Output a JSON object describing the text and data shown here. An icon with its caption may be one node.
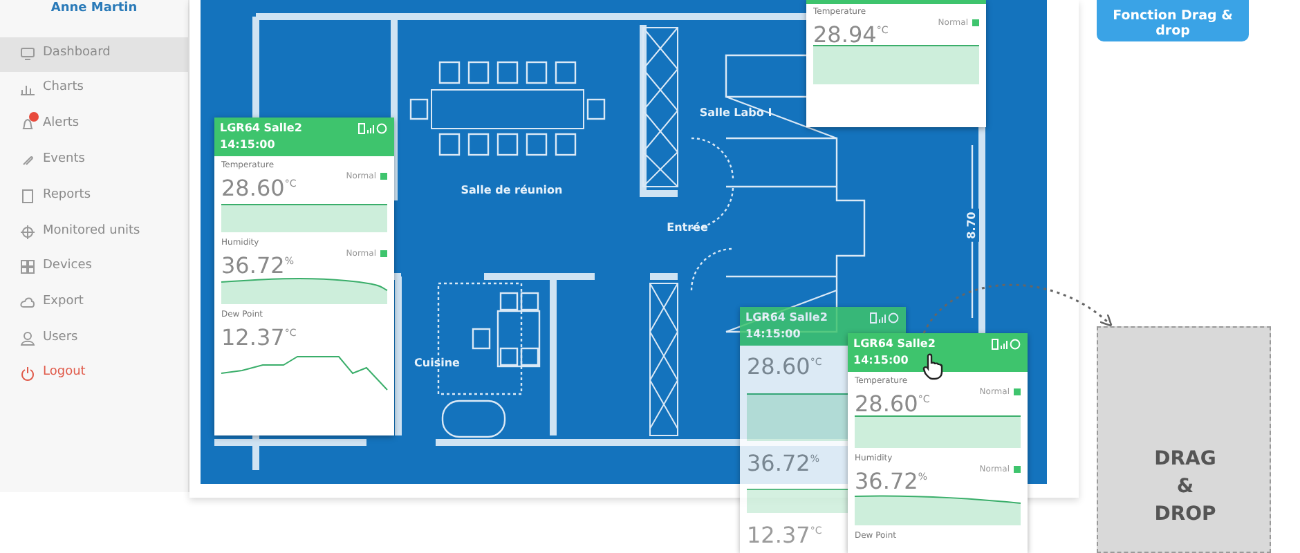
{
  "diagram": {
    "nodes": [
      {
        "text": [
          "LGR64 Salle2",
          "14:15:00",
          "Temperature",
          "28.60$^{°C}$",
          "Normal",
          "Humidity",
          "36.72$^{%}$",
          "Normal",
          "Dew Point",
          "12.37$^{°C}$"
        ]
      },
      {
        "text": [
          "Temperature",
          "28.94$^{°C}$",
          "Normal"
        ]
      },
      {
        "text": [
          "LGR64 Salle2",
          "14:15:00",
          "28.60$^{°C}$",
          "36.72$^{%}$",
          "12.37$^{°C}$"
        ]
      },
      {
        "text": [
          "LGR64 Salle2",
          "14:15:00",
          "Temperature",
          "28.60$^{°C}$",
          "Normal",
          "Humidity",
          "36.72$^{%}$",
          "Normal",
          "Dew Point"
        ]
      },
      {
        "text": [
          "DRAG & DROP"
        ]
      }
    ],
    "edges": [
      {
        "from": 3,
        "to": 4,
        "arrow": "to",
        "style": "dashed"
      }
    ],
    "labels": [
      "Anne Martin",
      "Fonction Drag & drop",
      "Dashboard",
      "Charts",
      "Alerts",
      "Events",
      "Reports",
      "Monitored units",
      "Devices",
      "Export",
      "Users",
      "Logout",
      "Salle Labo I",
      "Salle de réunion",
      "Entrée",
      "8.70",
      "Cuisine"
    ]
  }
}
